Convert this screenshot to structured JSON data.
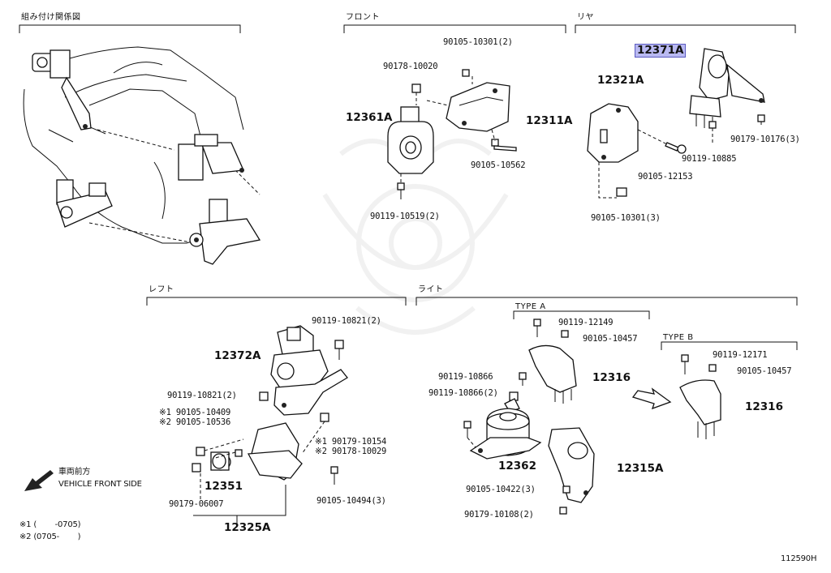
{
  "sections": {
    "assembly": "組み付け関係図",
    "front": "フロント",
    "rear": "リヤ",
    "left": "レフト",
    "right": "ライト",
    "type_a": "TYPE A",
    "type_b": "TYPE B"
  },
  "highlight_color": "#b9b9f2",
  "parts": {
    "front_bolt_top": "90105-10301(2)",
    "front_nut": "90178-10020",
    "front_mount": "12361A",
    "front_bracket": "12311A",
    "front_bolt_mid": "90105-10562",
    "front_bolt_bottom": "90119-10519(2)",
    "rear_mount": "12371A",
    "rear_bracket": "12321A",
    "rear_nut": "90179-10176(3)",
    "rear_bolt_right": "90119-10885",
    "rear_bolt_mid": "90105-12153",
    "rear_bolt_bottom": "90105-10301(3)",
    "left_bolt_top": "90119-10821(2)",
    "left_mount": "12372A",
    "left_bolt_side": "90119-10821(2)",
    "left_bolt_1": "※1 90105-10409",
    "left_bolt_2": "※2 90105-10536",
    "left_nut_1": "※1 90179-10154",
    "left_nut_2": "※2 90178-10029",
    "left_damper": "12351",
    "left_bolt_bottom": "90105-10494(3)",
    "left_nut_bottom": "90179-06007",
    "left_bracket": "12325A",
    "right_bolt_a1": "90119-12149",
    "right_bolt_a2": "90105-10457",
    "right_bolt_b1": "90119-12171",
    "right_bolt_b2": "90105-10457",
    "right_bolt_side1": "90119-10866",
    "right_bolt_side2": "90119-10866(2)",
    "right_mount_a": "12316",
    "right_mount_b": "12316",
    "right_mount_main": "12362",
    "right_bracket": "12315A",
    "right_bolt_low": "90105-10422(3)",
    "right_nut_low": "90179-10108(2)"
  },
  "notes": {
    "direction_jp": "車両前方",
    "direction_en": "VEHICLE FRONT SIDE",
    "footnote_1": "※1 (　　 -0705)",
    "footnote_2": "※2 (0705-　　 )",
    "diagram_code": "112590H"
  }
}
